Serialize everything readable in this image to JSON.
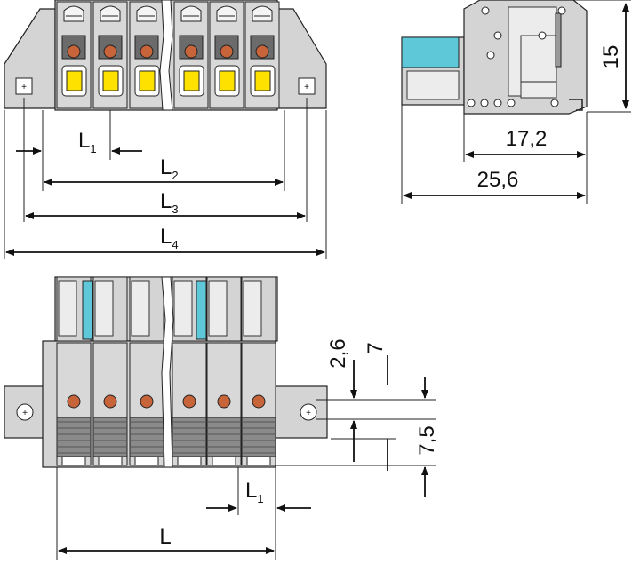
{
  "dimensions": {
    "front_pitch": {
      "main": "L",
      "sub": "1"
    },
    "front_l2": {
      "main": "L",
      "sub": "2"
    },
    "front_l3": {
      "main": "L",
      "sub": "3"
    },
    "front_l4": {
      "main": "L",
      "sub": "4"
    },
    "side_height": "15",
    "side_depth_inner": "17,2",
    "side_depth_total": "25,6",
    "bottom_offset_a": "2,6",
    "bottom_offset_b": "7",
    "bottom_height": "7,5",
    "bottom_pitch": {
      "main": "L",
      "sub": "1"
    },
    "bottom_length": "L"
  },
  "poles_per_group": 3,
  "colors": {
    "body": "#d4d4d4",
    "release_button": "#ffe100",
    "clamp_screw": "#c8643a",
    "marker_strip": "#5ec8d8",
    "dark_grip": "#8a8a8a"
  }
}
